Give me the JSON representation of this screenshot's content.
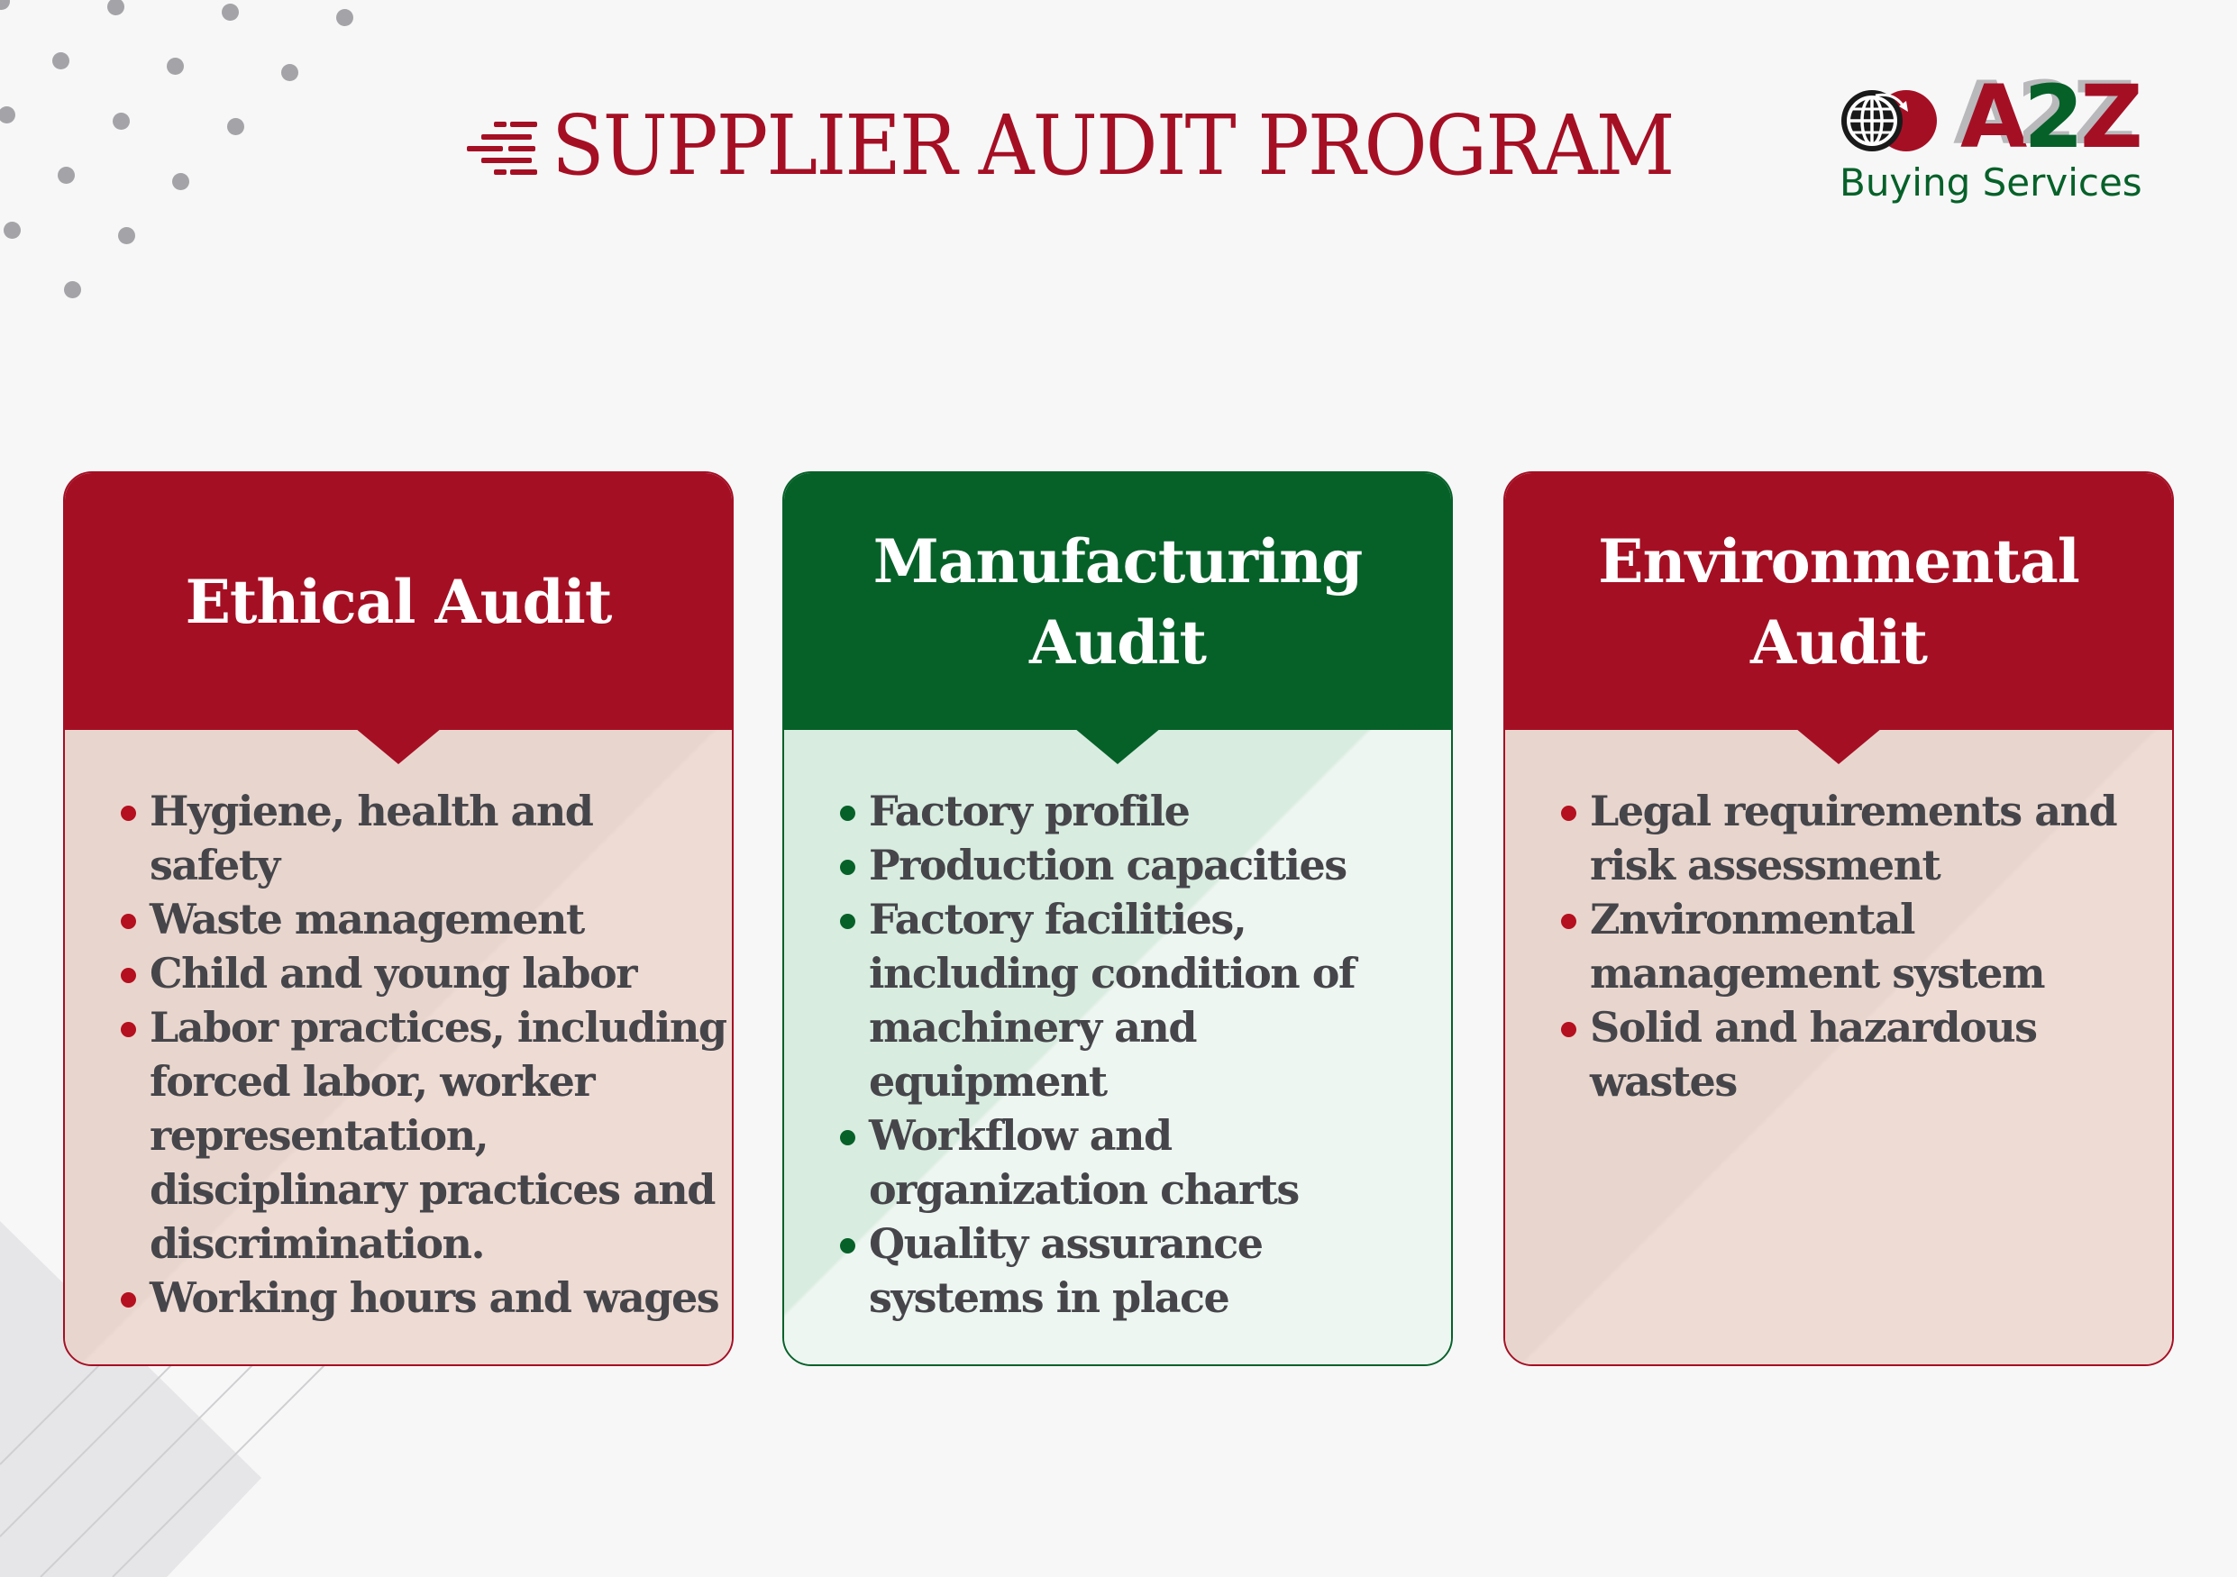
{
  "header": {
    "title": "SUPPLIER AUDIT PROGRAM",
    "title_icon": "speed-lines-icon"
  },
  "logo": {
    "icon": "globe-arrow-icon",
    "mark_a": "A",
    "mark_2": "2",
    "mark_z": "Z",
    "subtitle": "Buying Services"
  },
  "colors": {
    "brand_red": "#a50f24",
    "brand_green": "#066129",
    "text_dark": "#45454a",
    "background": "#f7f7f8",
    "red_card_body": "#ecdad3",
    "green_card_body": "#eef6f1"
  },
  "cards": [
    {
      "title": "Ethical Audit",
      "theme": "red",
      "items": [
        "Hygiene, health and safety",
        "Waste management",
        "Child and young labor",
        "Labor practices, including forced labor, worker representation, disciplinary practices and discrimination.",
        "Working hours and wages"
      ]
    },
    {
      "title": "Manufacturing\nAudit",
      "theme": "green",
      "items": [
        "Factory profile",
        "Production capacities",
        "Factory facilities, including condition of machinery and equipment",
        "Workflow and organization charts",
        "Quality assurance systems in place"
      ]
    },
    {
      "title": "Environmental\nAudit",
      "theme": "red",
      "items": [
        "Legal requirements and risk assessment",
        "Znvironmental management system",
        "Solid and hazardous wastes"
      ]
    }
  ]
}
